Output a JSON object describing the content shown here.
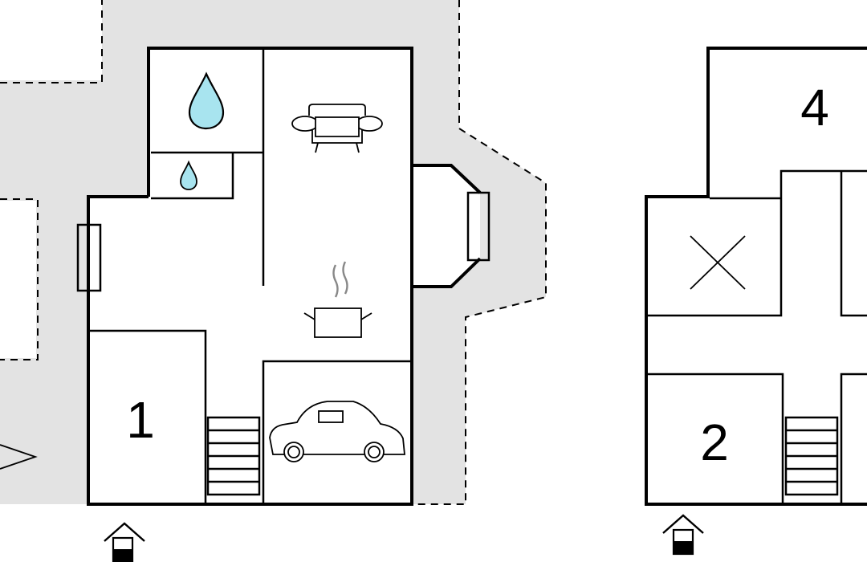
{
  "floor_plan": {
    "ground_floor": {
      "rooms": [
        {
          "number": "1"
        }
      ],
      "icons": [
        "water-drop-icon",
        "small-water-drop-icon",
        "sofa-icon",
        "cooking-pot-icon",
        "car-icon",
        "stairs-icon",
        "entrance-icon"
      ]
    },
    "upper_floor": {
      "rooms": [
        {
          "number": "2"
        },
        {
          "number": "4"
        }
      ],
      "icons": [
        "void-cross-icon",
        "stairs-icon",
        "entrance-icon"
      ]
    },
    "colors": {
      "outdoor_area": "#e3e3e3",
      "water": "#a8e4ef",
      "walls": "#000000"
    }
  }
}
